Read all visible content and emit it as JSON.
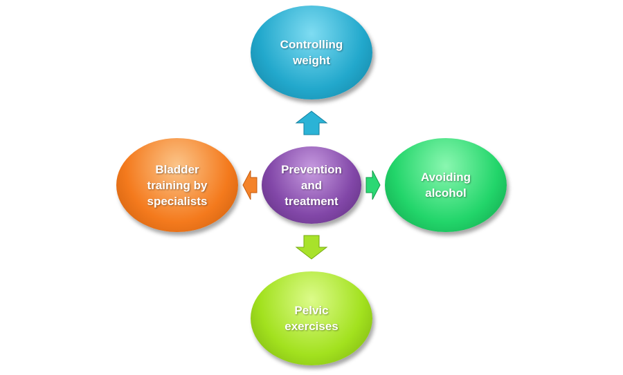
{
  "center": {
    "label": "Prevention\nand\ntreatment",
    "color": "#7b3f9e"
  },
  "top": {
    "label": "Controlling\nweight",
    "color": "#1fa8cc"
  },
  "right": {
    "label": "Avoiding\nalcohol",
    "color": "#1ed26a"
  },
  "bottom": {
    "label": "Pelvic\nexercises",
    "color": "#9fe01e"
  },
  "left": {
    "label": "Bladder\ntraining by\nspecialists",
    "color": "#f47a1d"
  }
}
